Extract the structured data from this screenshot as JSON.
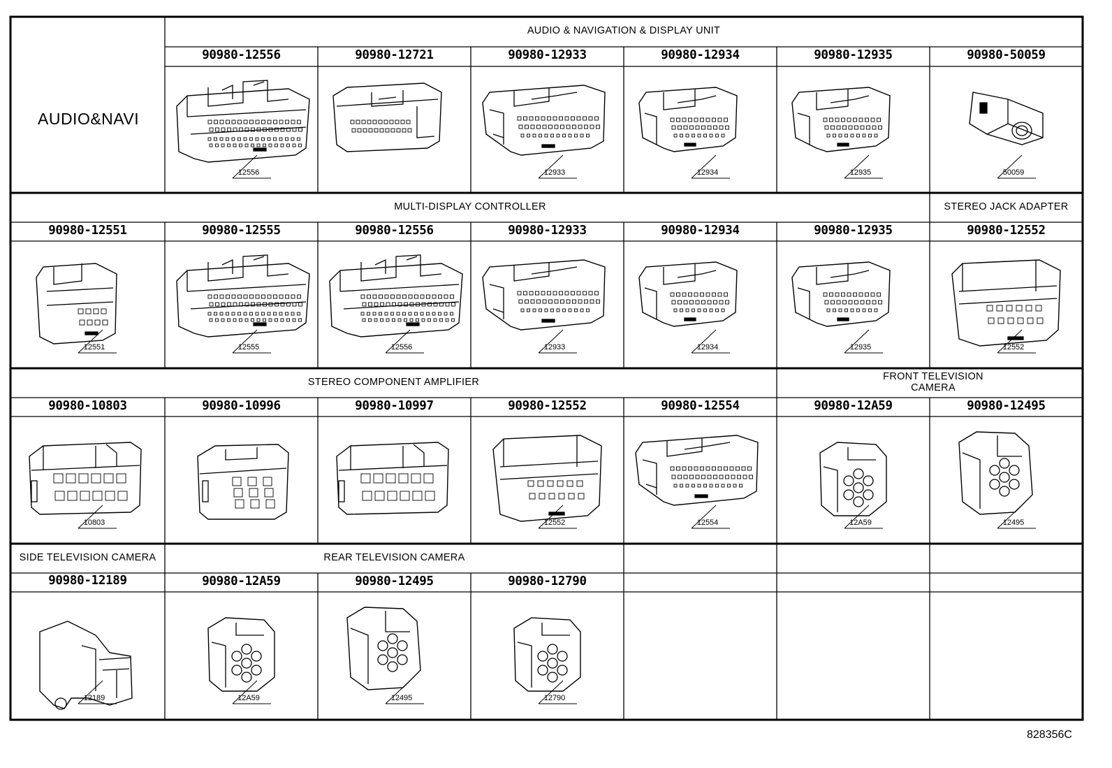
{
  "row_label": "AUDIO&NAVI",
  "sections": [
    {
      "title": "AUDIO & NAVIGATION & DISPLAY UNIT",
      "parts": [
        {
          "pn": "90980-12556",
          "code": "12556",
          "shape": "wide-large"
        },
        {
          "pn": "90980-12721",
          "code": "",
          "shape": "box-open"
        },
        {
          "pn": "90980-12933",
          "code": "12933",
          "shape": "wide-medium"
        },
        {
          "pn": "90980-12934",
          "code": "12934",
          "shape": "mid"
        },
        {
          "pn": "90980-12935",
          "code": "12935",
          "shape": "mid"
        },
        {
          "pn": "90980-50059",
          "code": "50059",
          "shape": "jack"
        }
      ]
    },
    {
      "title": "MULTI-DISPLAY CONTROLLER",
      "parts": [
        {
          "pn": "90980-12551",
          "code": "12551",
          "shape": "tall"
        },
        {
          "pn": "90980-12555",
          "code": "12555",
          "shape": "wide-large"
        },
        {
          "pn": "90980-12556",
          "code": "12556",
          "shape": "wide-large"
        },
        {
          "pn": "90980-12933",
          "code": "12933",
          "shape": "wide-medium"
        },
        {
          "pn": "90980-12934",
          "code": "12934",
          "shape": "mid"
        },
        {
          "pn": "90980-12935",
          "code": "12935",
          "shape": "mid"
        }
      ]
    },
    {
      "title": "STEREO JACK ADAPTER",
      "parts": [
        {
          "pn": "90980-12552",
          "code": "12552",
          "shape": "tall-wide"
        }
      ]
    },
    {
      "title": "STEREO COMPONENT AMPLIFIER",
      "parts": [
        {
          "pn": "90980-10803",
          "code": "10803",
          "shape": "block-grid"
        },
        {
          "pn": "90980-10996",
          "code": "",
          "shape": "block-small"
        },
        {
          "pn": "90980-10997",
          "code": "",
          "shape": "block-grid"
        },
        {
          "pn": "90980-12552",
          "code": "12552",
          "shape": "tall-wide"
        },
        {
          "pn": "90980-12554",
          "code": "12554",
          "shape": "wide-medium"
        }
      ]
    },
    {
      "title": "FRONT TELEVISION CAMERA",
      "parts": [
        {
          "pn": "90980-12A59",
          "code": "12A59",
          "shape": "round"
        },
        {
          "pn": "90980-12495",
          "code": "12495",
          "shape": "round-big"
        }
      ]
    },
    {
      "title": "SIDE TELEVISION CAMERA",
      "parts": [
        {
          "pn": "90980-12189",
          "code": "12189",
          "shape": "camera"
        }
      ]
    },
    {
      "title": "REAR TELEVISION CAMERA",
      "parts": [
        {
          "pn": "90980-12A59",
          "code": "12A59",
          "shape": "round"
        },
        {
          "pn": "90980-12495",
          "code": "12495",
          "shape": "round-big"
        },
        {
          "pn": "90980-12790",
          "code": "12790",
          "shape": "round"
        }
      ]
    }
  ],
  "footer_code": "828356C"
}
